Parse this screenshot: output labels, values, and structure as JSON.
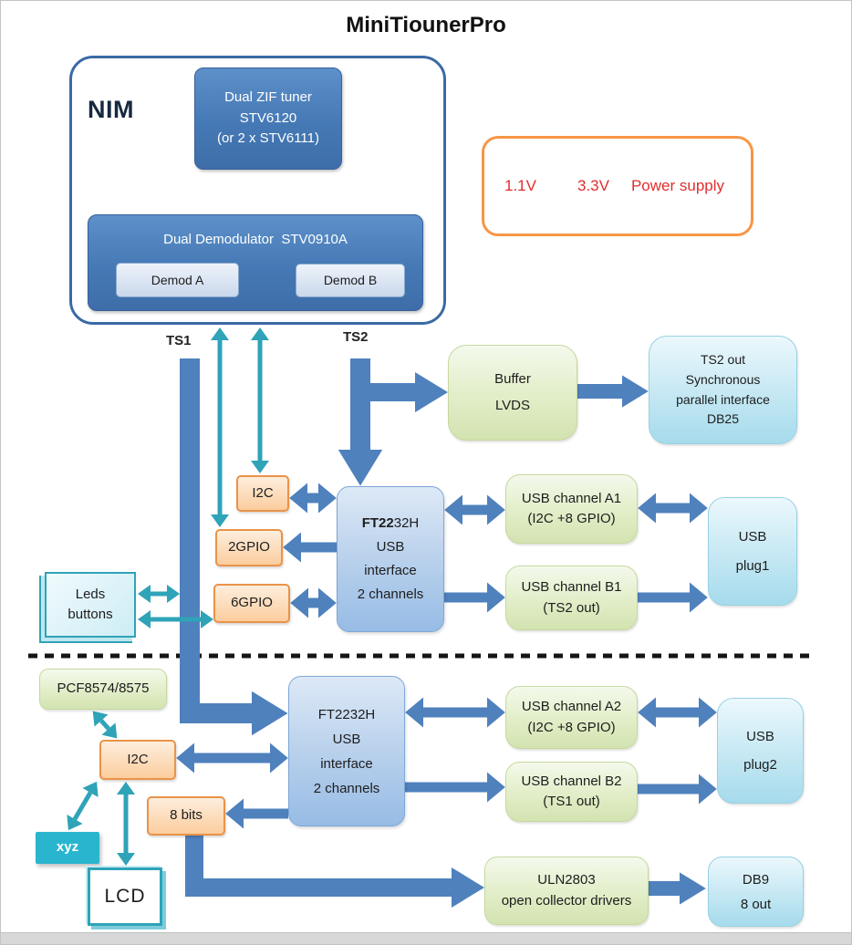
{
  "title": "MiniTiounerPro",
  "nim": {
    "label": "NIM",
    "tuner": {
      "line1": "Dual ZIF tuner",
      "line2": "STV6120",
      "line3": "(or 2 x STV6111)"
    },
    "demodulator": {
      "title": "Dual Demodulator  STV0910A",
      "demod_a": "Demod A",
      "demod_b": "Demod B"
    }
  },
  "power_supply": {
    "rail1": "1.1V",
    "rail2": "3.3V",
    "label": "Power supply"
  },
  "ts_labels": {
    "ts1": "TS1",
    "ts2": "TS2"
  },
  "buffer_lvds": {
    "line1": "Buffer",
    "line2": "LVDS"
  },
  "ts2_out": {
    "line1": "TS2 out",
    "line2": "Synchronous",
    "line3": "parallel interface",
    "line4": "DB25"
  },
  "i2c_top": {
    "label": "I2C"
  },
  "gpio2": {
    "label": "2GPIO"
  },
  "gpio6": {
    "label": "6GPIO"
  },
  "leds_buttons": {
    "line1": "Leds",
    "line2": "buttons"
  },
  "ft_top": {
    "name_bold": "FT22",
    "name_rest": "32H",
    "line2": "USB",
    "line3": "interface",
    "line4": "2 channels"
  },
  "usb_a1": {
    "line1": "USB channel A1",
    "line2": "(I2C +8 GPIO)"
  },
  "usb_b1": {
    "line1": "USB channel B1",
    "line2": "(TS2 out)"
  },
  "usb_plug1": {
    "line1": "USB",
    "line2": "plug1"
  },
  "pcf": {
    "label": "PCF8574/8575"
  },
  "i2c_bottom": {
    "label": "I2C"
  },
  "ft_bottom": {
    "line1": "FT2232H",
    "line2": "USB",
    "line3": "interface",
    "line4": "2 channels"
  },
  "usb_a2": {
    "line1": "USB channel A2",
    "line2": "(I2C +8 GPIO)"
  },
  "usb_b2": {
    "line1": "USB channel B2",
    "line2": "(TS1 out)"
  },
  "usb_plug2": {
    "line1": "USB",
    "line2": "plug2"
  },
  "bits8": {
    "label": "8 bits"
  },
  "xyz": {
    "label": "xyz"
  },
  "lcd": {
    "label": "LCD"
  },
  "uln": {
    "line1": "ULN2803",
    "line2": "open collector drivers"
  },
  "db9": {
    "line1": "DB9",
    "line2": "8 out"
  },
  "colors": {
    "block_arrow": "#4f81bd",
    "teal_arrow": "#2fa3b8",
    "dark_block": "#4a7ebb",
    "power_border": "#f79646",
    "power_text": "#e22d2d"
  }
}
